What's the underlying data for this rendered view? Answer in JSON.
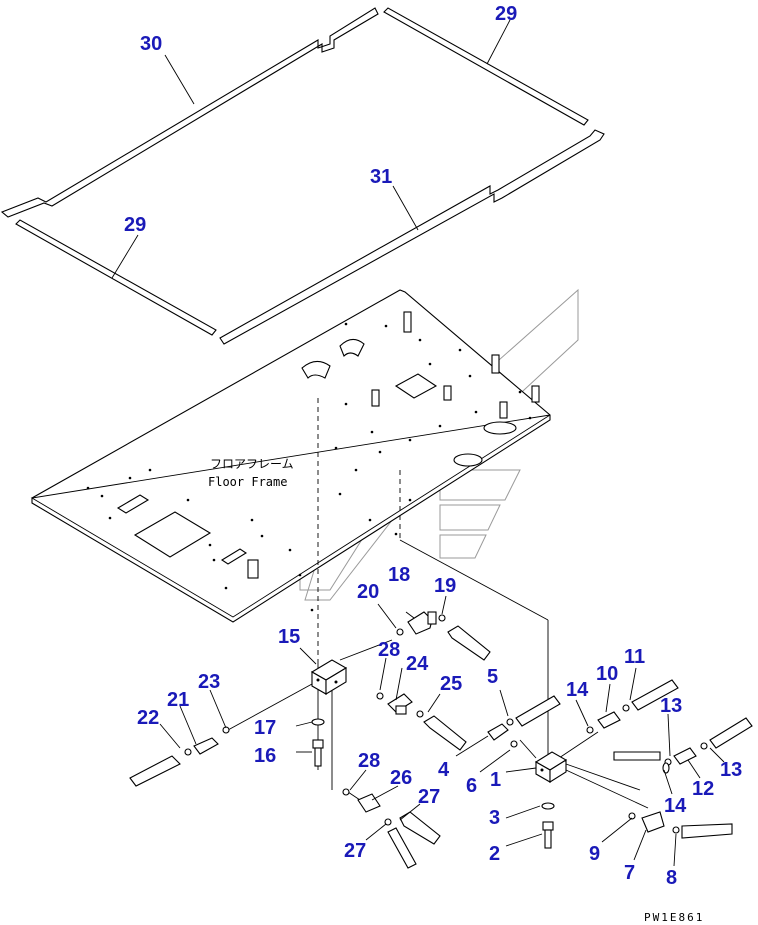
{
  "diagram": {
    "plate_label_jp": "フロアフレーム",
    "plate_label_en": "Floor Frame",
    "drawing_code": "PW1E861",
    "callouts": [
      {
        "id": "c30a",
        "text": "30"
      },
      {
        "id": "c29a",
        "text": "29"
      },
      {
        "id": "c31",
        "text": "31"
      },
      {
        "id": "c29b",
        "text": "29"
      },
      {
        "id": "c18",
        "text": "18"
      },
      {
        "id": "c19",
        "text": "19"
      },
      {
        "id": "c20",
        "text": "20"
      },
      {
        "id": "c15",
        "text": "15"
      },
      {
        "id": "c28a",
        "text": "28"
      },
      {
        "id": "c24",
        "text": "24"
      },
      {
        "id": "c25",
        "text": "25"
      },
      {
        "id": "c23",
        "text": "23"
      },
      {
        "id": "c21",
        "text": "21"
      },
      {
        "id": "c22",
        "text": "22"
      },
      {
        "id": "c17",
        "text": "17"
      },
      {
        "id": "c16",
        "text": "16"
      },
      {
        "id": "c5",
        "text": "5"
      },
      {
        "id": "c14a",
        "text": "14"
      },
      {
        "id": "c10",
        "text": "10"
      },
      {
        "id": "c11",
        "text": "11"
      },
      {
        "id": "c13a",
        "text": "13"
      },
      {
        "id": "c4",
        "text": "4"
      },
      {
        "id": "c6",
        "text": "6"
      },
      {
        "id": "c1",
        "text": "1"
      },
      {
        "id": "c12",
        "text": "12"
      },
      {
        "id": "c13b",
        "text": "13"
      },
      {
        "id": "c14b",
        "text": "14"
      },
      {
        "id": "c28b",
        "text": "28"
      },
      {
        "id": "c26",
        "text": "26"
      },
      {
        "id": "c27a",
        "text": "27"
      },
      {
        "id": "c27b",
        "text": "27"
      },
      {
        "id": "c3",
        "text": "3"
      },
      {
        "id": "c2",
        "text": "2"
      },
      {
        "id": "c9",
        "text": "9"
      },
      {
        "id": "c7",
        "text": "7"
      },
      {
        "id": "c8",
        "text": "8"
      }
    ]
  }
}
